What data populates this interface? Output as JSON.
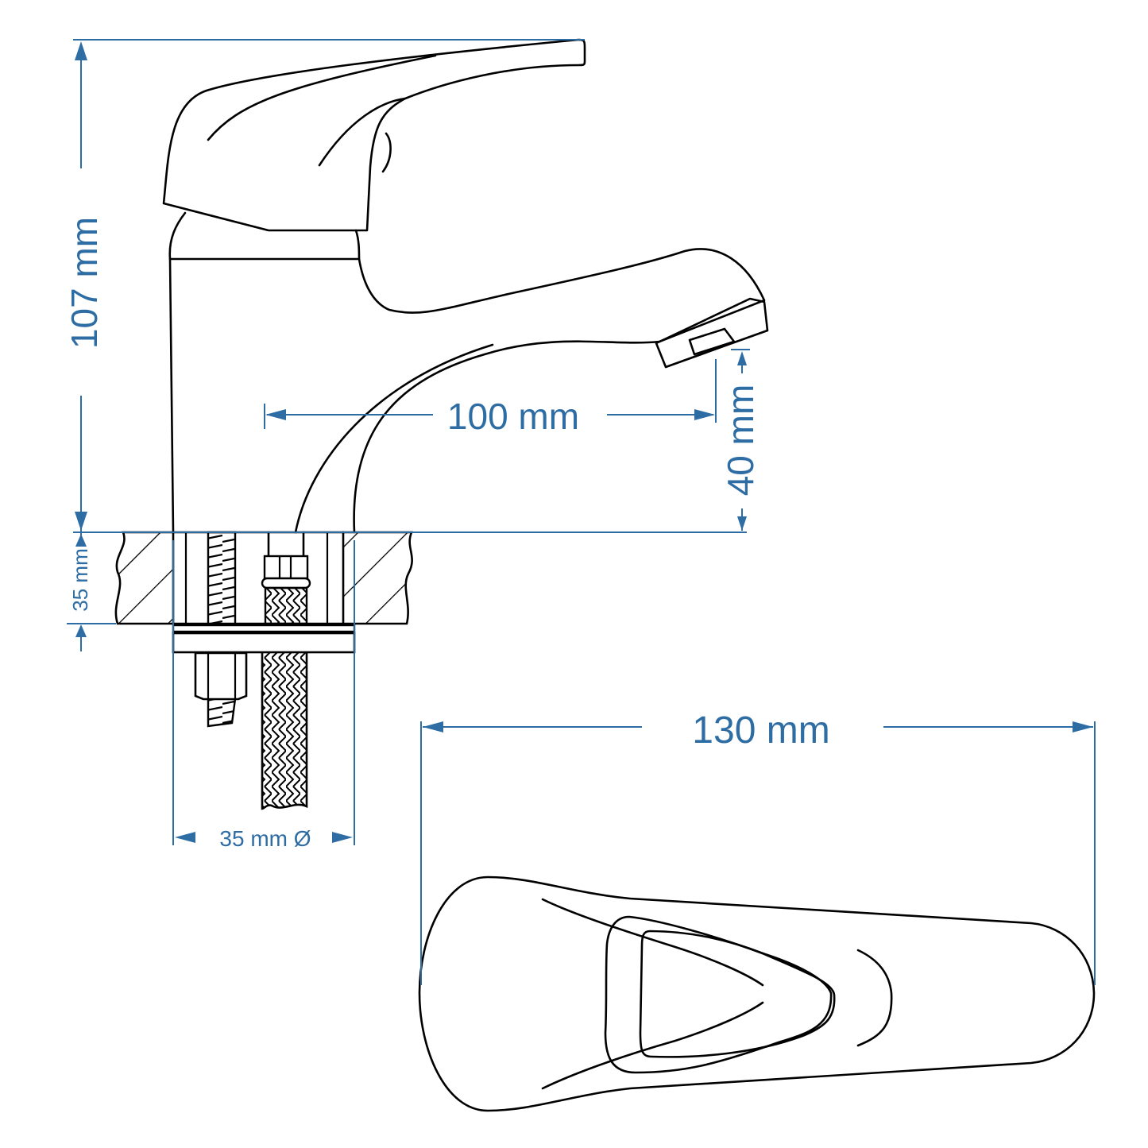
{
  "drawing": {
    "subject": "single-lever basin mixer tap technical drawing",
    "views": [
      "side-view",
      "top-view"
    ],
    "colors": {
      "dimension": "#2e6da4",
      "outline": "#000000",
      "background": "#ffffff"
    }
  },
  "dimensions": {
    "total_height": "107 mm",
    "spout_reach": "100 mm",
    "spout_height": "40 mm",
    "max_counter_thickness": "35 mm",
    "hole_diameter": "35 mm Ø",
    "total_length": "130 mm"
  }
}
